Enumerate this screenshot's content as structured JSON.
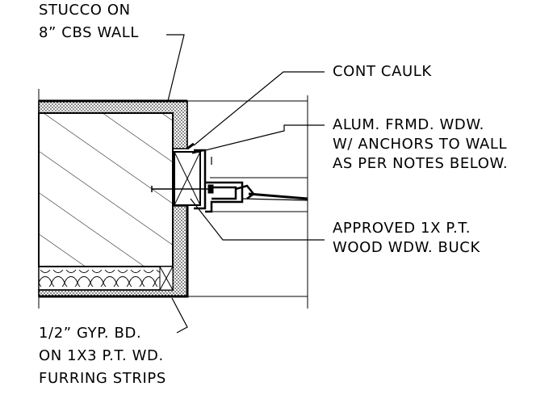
{
  "colors": {
    "ink": "#000000",
    "paper": "#ffffff"
  },
  "callouts": {
    "stucco": {
      "lines": [
        "STUCCO ON",
        "8” CBS WALL"
      ]
    },
    "caulk": {
      "lines": [
        "CONT CAULK"
      ]
    },
    "window": {
      "lines": [
        "ALUM. FRMD. WDW.",
        "W/ ANCHORS TO WALL",
        "AS PER NOTES BELOW."
      ]
    },
    "buck": {
      "lines": [
        "APPROVED 1X P.T.",
        "WOOD WDW. BUCK"
      ]
    },
    "drywall": {
      "lines": [
        "1/2” GYP. BD.",
        "ON 1X3 P.T. WD.",
        "FURRING STRIPS"
      ]
    }
  }
}
